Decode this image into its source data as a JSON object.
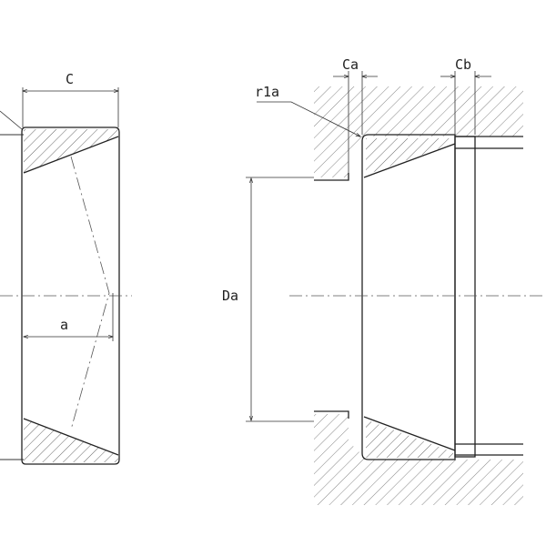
{
  "labels": {
    "c": "C",
    "a": "a",
    "ca": "Ca",
    "cb": "Cb",
    "r1a": "r1a",
    "da": "Da"
  }
}
